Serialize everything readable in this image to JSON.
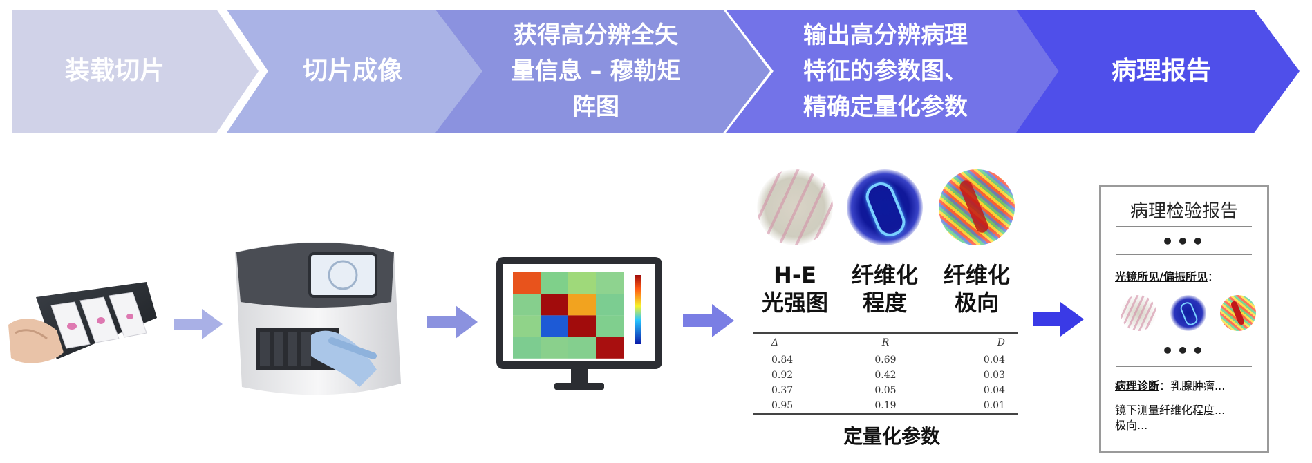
{
  "process": {
    "steps": [
      {
        "lines": [
          "装载切片"
        ]
      },
      {
        "lines": [
          "切片成像"
        ]
      },
      {
        "lines": [
          "获得高分辨全矢",
          "量信息 – 穆勒矩",
          "阵图"
        ]
      },
      {
        "lines": [
          "输出高分辨病理",
          "特征的参数图、",
          "精确定量化参数"
        ]
      },
      {
        "lines": [
          "病理报告"
        ]
      }
    ]
  },
  "images": {
    "labels": [
      {
        "lines": [
          "H-E",
          "光强图"
        ]
      },
      {
        "lines": [
          "纤维化",
          "程度"
        ]
      },
      {
        "lines": [
          "纤维化",
          "极向"
        ]
      }
    ]
  },
  "params_table": {
    "headers": [
      "Δ",
      "R",
      "D"
    ],
    "rows": [
      [
        "0.84",
        "0.69",
        "0.04"
      ],
      [
        "0.92",
        "0.42",
        "0.03"
      ],
      [
        "0.37",
        "0.05",
        "0.04"
      ],
      [
        "0.95",
        "0.19",
        "0.01"
      ]
    ],
    "caption": "定量化参数"
  },
  "report": {
    "title": "病理检验报告",
    "dots": "•••",
    "findings_label": "光镜所见/偏振所见",
    "findings_suffix": "：",
    "diagnosis_label": "病理诊断",
    "diagnosis_text": "：乳腺肿瘤...",
    "note_line1": "镜下测量纤维化程度...",
    "note_line2": "极向..."
  },
  "colors": {
    "step1": "#d0d2e8",
    "step2": "#aab3e6",
    "step3": "#8b92df",
    "step4": "#7373e8",
    "step5": "#4f4fea",
    "arrow_light": "#a9b0e6",
    "arrow_dark": "#3a3ae6"
  }
}
